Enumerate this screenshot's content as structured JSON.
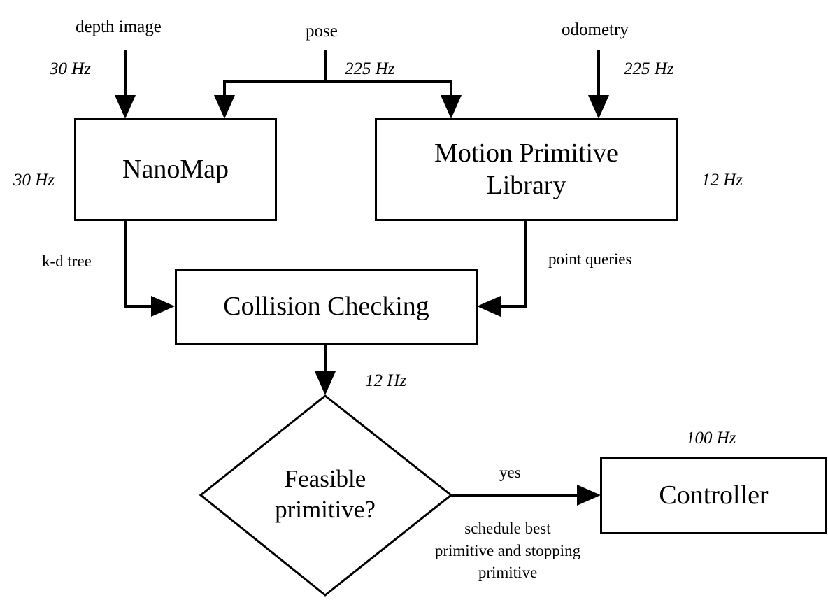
{
  "inputs": {
    "depth_image": "depth image",
    "pose": "pose",
    "odometry": "odometry"
  },
  "rates": {
    "depth_image": "30 Hz",
    "pose": "225 Hz",
    "odometry": "225 Hz",
    "nanomap": "30 Hz",
    "mpl": "12 Hz",
    "collision": "12 Hz",
    "controller": "100 Hz"
  },
  "nodes": {
    "nanomap": "NanoMap",
    "mpl_line1": "Motion Primitive",
    "mpl_line2": "Library",
    "collision": "Collision Checking",
    "decision_line1": "Feasible",
    "decision_line2": "primitive?",
    "controller": "Controller"
  },
  "edges": {
    "kd_tree": "k-d tree",
    "point_queries": "point queries",
    "yes": "yes",
    "schedule_line1": "schedule best",
    "schedule_line2": "primitive and stopping",
    "schedule_line3": "primitive"
  }
}
